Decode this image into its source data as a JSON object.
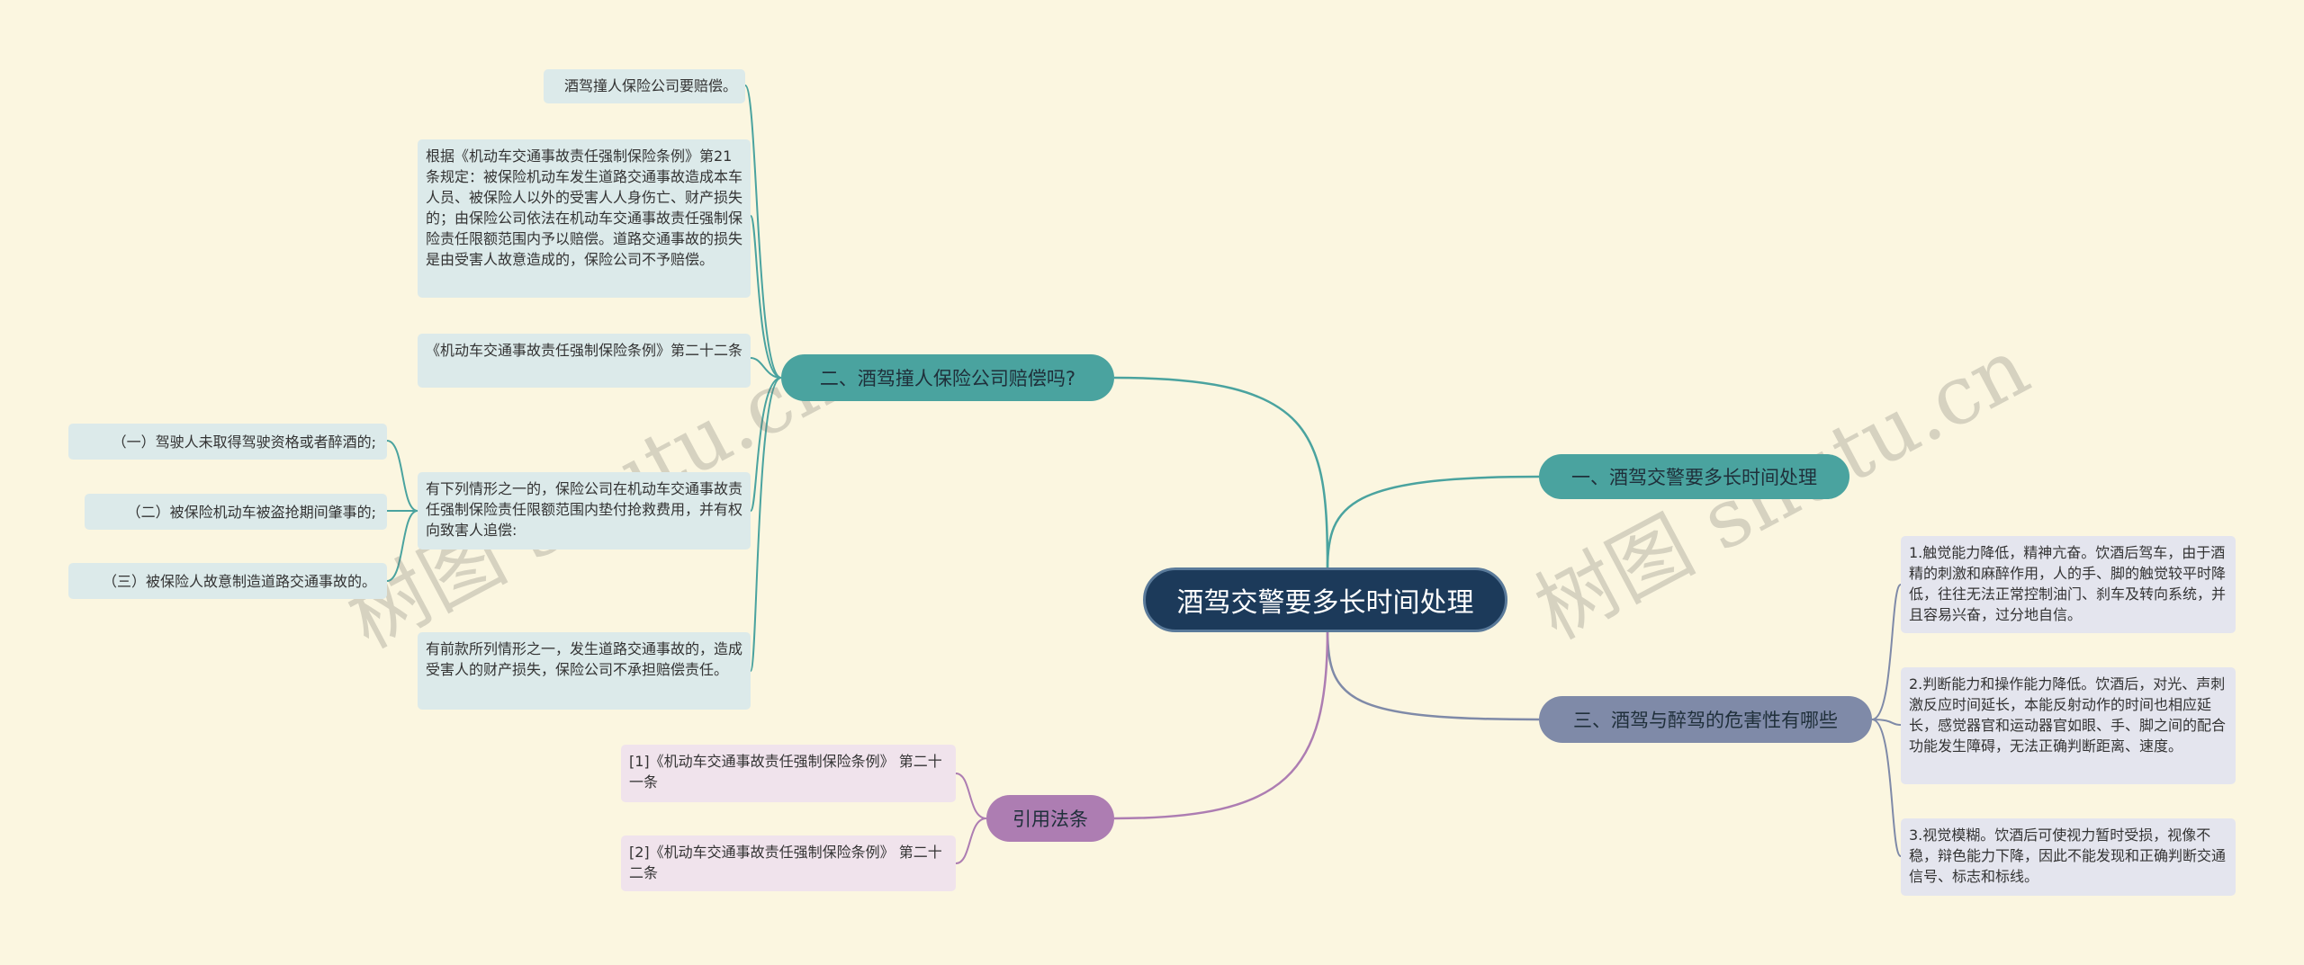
{
  "root": {
    "label": "酒驾交警要多长时间处理"
  },
  "watermark": "树图 shutu.cn",
  "branches": {
    "b1": {
      "label": "一、酒驾交警要多长时间处理"
    },
    "b2": {
      "label": "二、酒驾撞人保险公司赔偿吗?",
      "items": [
        "酒驾撞人保险公司要赔偿。",
        "根据《机动车交通事故责任强制保险条例》第21条规定：被保险机动车发生道路交通事故造成本车人员、被保险人以外的受害人人身伤亡、财产损失的；由保险公司依法在机动车交通事故责任强制保险责任限额范围内予以赔偿。道路交通事故的损失是由受害人故意造成的，保险公司不予赔偿。",
        "《机动车交通事故责任强制保险条例》第二十二条",
        "有下列情形之一的，保险公司在机动车交通事故责任强制保险责任限额范围内垫付抢救费用，并有权向致害人追偿:",
        "有前款所列情形之一，发生道路交通事故的，造成受害人的财产损失，保险公司不承担赔偿责任。"
      ],
      "subitems": [
        "（一）驾驶人未取得驾驶资格或者醉酒的;",
        "（二）被保险机动车被盗抢期间肇事的;",
        "（三）被保险人故意制造道路交通事故的。"
      ]
    },
    "b3": {
      "label": "三、酒驾与醉驾的危害性有哪些",
      "items": [
        "1.触觉能力降低，精神亢奋。饮酒后驾车，由于酒精的刺激和麻醉作用，人的手、脚的触觉较平时降低，往往无法正常控制油门、刹车及转向系统，并且容易兴奋，过分地自信。",
        "2.判断能力和操作能力降低。饮酒后，对光、声刺激反应时间延长，本能反射动作的时间也相应延长，感觉器官和运动器官如眼、手、脚之间的配合功能发生障碍，无法正确判断距离、速度。",
        "3.视觉模糊。饮酒后可使视力暂时受损，视像不稳，辩色能力下降，因此不能发现和正确判断交通信号、标志和标线。"
      ]
    },
    "b4": {
      "label": "引用法条",
      "items": [
        "[1]《机动车交通事故责任强制保险条例》 第二十一条",
        "[2]《机动车交通事故责任强制保险条例》 第二十二条"
      ]
    }
  },
  "colors": {
    "teal": "#4aa39f",
    "slate": "#7f8aa8",
    "purple": "#ad7db2",
    "root": "#1c3a5a"
  }
}
